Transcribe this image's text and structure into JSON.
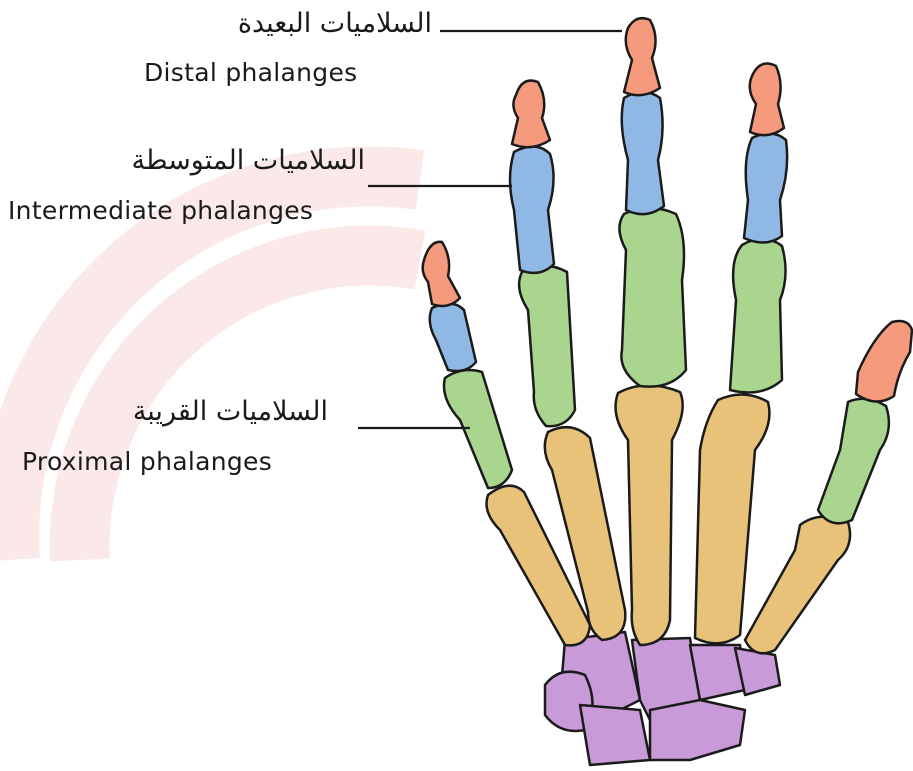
{
  "labels": {
    "distal": {
      "arabic": "السلاميات البعيدة",
      "english": "Distal phalanges"
    },
    "intermediate": {
      "arabic": "السلاميات المتوسطة",
      "english": "Intermediate phalanges"
    },
    "proximal": {
      "arabic": "السلاميات القريبة",
      "english": "Proximal phalanges"
    }
  },
  "colors": {
    "distal": "#f59a7c",
    "intermediate": "#8fb9e4",
    "proximal": "#a9d58f",
    "metacarpal": "#e9c27a",
    "carpal": "#c89ad8",
    "outline": "#1b1b1b",
    "watermark": "#fbe9e9"
  }
}
